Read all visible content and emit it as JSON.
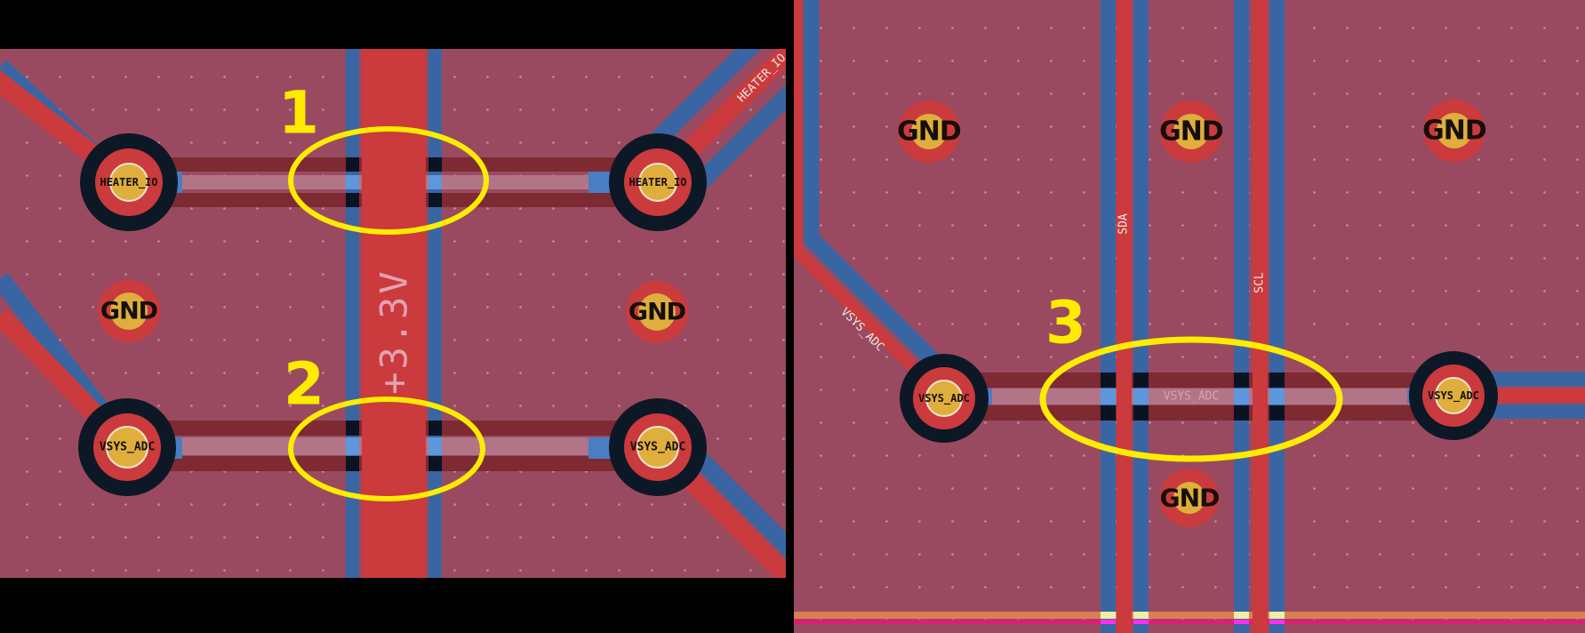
{
  "annotations": {
    "marker_1": "1",
    "marker_2": "2",
    "marker_3": "3"
  },
  "nets": {
    "heater_io": "HEATER_IO",
    "gnd": "GND",
    "vsys_adc": "VSYS_ADC",
    "power_rail": "+3.3V",
    "sda": "SDA",
    "scl": "SCL"
  },
  "colors": {
    "panel_black": "#000000",
    "board_bg": "#9a4a60",
    "dot_color": "#c78ea0",
    "trace_red": "#cb3a3c",
    "trace_blue": "#3a65a3",
    "trace_blue_bright": "#5e97dc",
    "stub_blue": "#4a7dc2",
    "band_dark_red": "#7d2a33",
    "band_highlight_pink": "#b27588",
    "pad_ring_navy": "#0d1826",
    "square_navy": "#0a1322",
    "pad_yellow": "#dfae3c",
    "pad_core_outline": "#efe6cf",
    "label_pink": "#e2a3b1",
    "label_white": "#efe7e7",
    "net_label_muted": "#d9a2b0",
    "annotation_yellow": "#ffec00",
    "band_orange": "#d98052",
    "square_cream": "#efeea6",
    "band_magenta": "#d92077",
    "square_magenta_bright": "#ff30e8",
    "pad_text_dark": "#140f0a"
  }
}
